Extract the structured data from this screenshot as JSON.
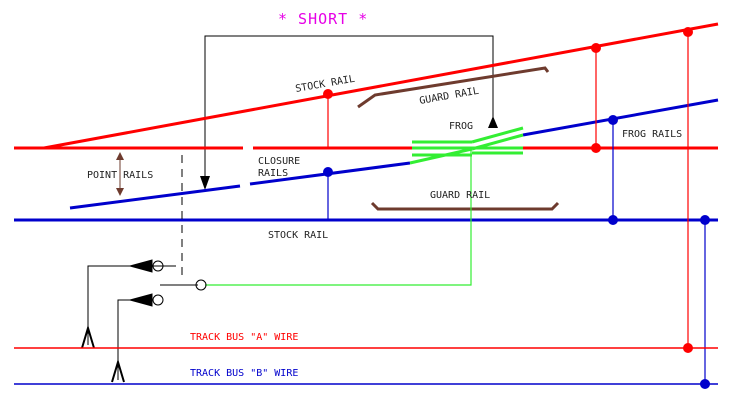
{
  "title": "* SHORT *",
  "labels": {
    "stock_rail_top": "STOCK RAIL",
    "stock_rail_bottom": "STOCK RAIL",
    "guard_rail_top": "GUARD RAIL",
    "guard_rail_bottom": "GUARD RAIL",
    "frog": "FROG",
    "frog_rails": "FROG RAILS",
    "point_rails": "POINT RAILS",
    "closure_rails_line1": "CLOSURE",
    "closure_rails_line2": "RAILS",
    "track_bus_a": "TRACK BUS \"A\" WIRE",
    "track_bus_b": "TRACK BUS \"B\" WIRE"
  },
  "colors": {
    "red_rail": "#ff0000",
    "blue_rail": "#0000cc",
    "frog": "#33ee33",
    "guard_rail": "#6e3b2e",
    "short_title": "#e600e6",
    "wire": "#000000"
  }
}
